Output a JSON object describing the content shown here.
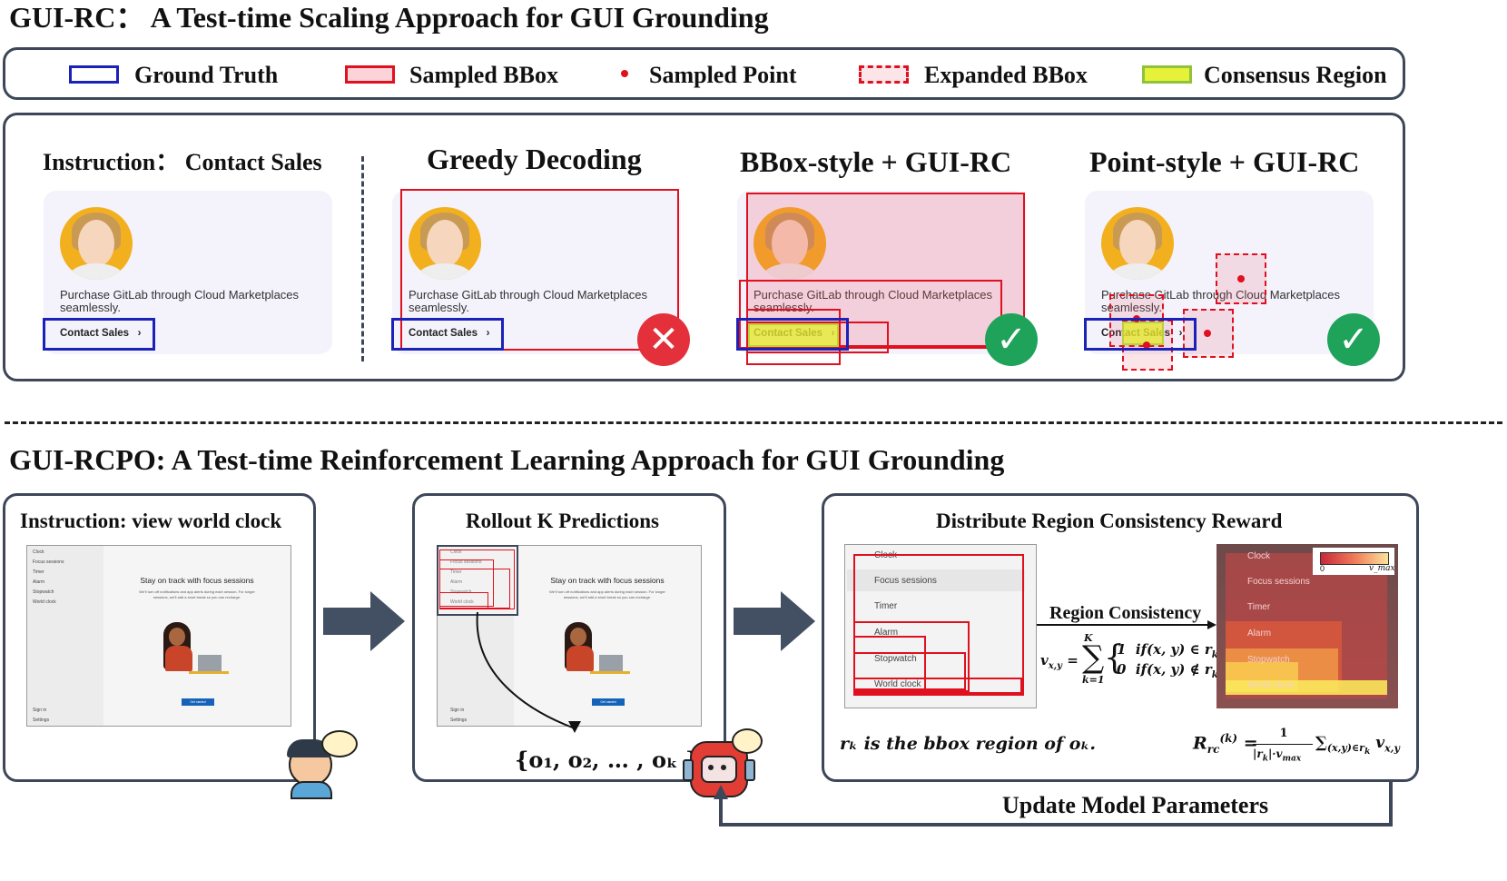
{
  "gui_rc": {
    "title": "GUI-RC： A Test-time Scaling Approach for GUI Grounding",
    "legend": [
      {
        "label": "Ground Truth",
        "color": "#1a22b8"
      },
      {
        "label": "Sampled BBox",
        "color": "#e0101e"
      },
      {
        "label": "Sampled Point",
        "color": "#e0101e"
      },
      {
        "label": "Expanded BBox",
        "color": "#e0101e"
      },
      {
        "label": "Consensus Region",
        "color": "#d8ee30"
      }
    ],
    "instruction": "Instruction： Contact Sales",
    "columns": [
      "Greedy Decoding",
      "BBox-style + GUI-RC",
      "Point-style + GUI-RC"
    ],
    "card": {
      "text_line1": "Purchase GitLab through Cloud Marketplaces",
      "text_line2": "seamlessly.",
      "cta": "Contact Sales",
      "chevron": "›"
    },
    "results": [
      {
        "column": "Greedy Decoding",
        "icon": "cross-icon",
        "color": "#e3303b"
      },
      {
        "column": "BBox-style + GUI-RC",
        "icon": "check-icon",
        "color": "#1fa35a"
      },
      {
        "column": "Point-style + GUI-RC",
        "icon": "check-icon",
        "color": "#1fa35a"
      }
    ]
  },
  "gui_rcpo": {
    "title": "GUI-RCPO: A Test-time Reinforcement Learning Approach for GUI Grounding",
    "panel1_title": "Instruction: view world clock",
    "panel2_title": "Rollout K Predictions",
    "panel3_title": "Distribute Region Consistency Reward",
    "app": {
      "heading": "Stay on track with focus sessions",
      "sub1": "We'll turn off notifications and app alerts during each session. For longer",
      "sub2": "sessions, we'll add a short break so you can recharge.",
      "button": "Get started",
      "sidebar": [
        "Clock",
        "Focus sessions",
        "Timer",
        "Alarm",
        "Stopwatch",
        "World clock"
      ],
      "footer": [
        "Sign in",
        "Settings"
      ]
    },
    "predictions": "{o₁, o₂, … , oₖ }",
    "region_consistency": "Region Consistency",
    "heatmap_legend": {
      "min": "0",
      "max": "v_max"
    },
    "region_note": "rₖ is the bbox region of oₖ.",
    "update_label": "Update Model Parameters"
  }
}
